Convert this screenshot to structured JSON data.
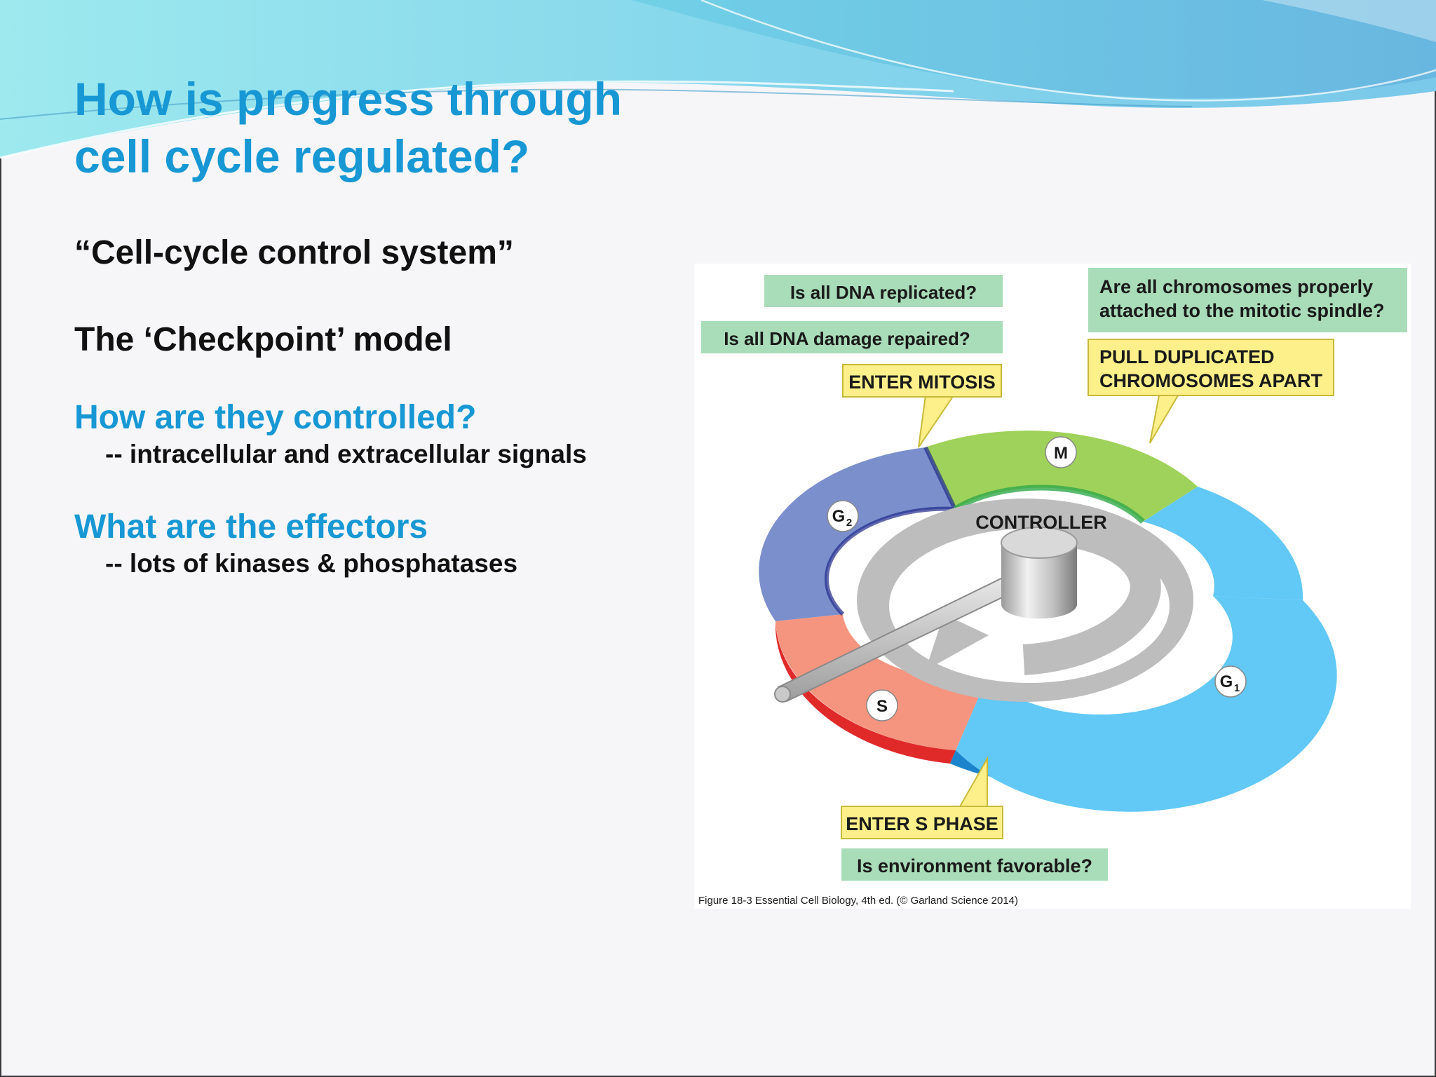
{
  "slide": {
    "title_line1": "How is progress through",
    "title_line2": "cell cycle regulated?",
    "point1": "“Cell-cycle control system”",
    "point2": "The ‘Checkpoint’ model",
    "question1": "How are they controlled?",
    "answer1": "-- intracellular and extracellular signals",
    "question2": "What are the effectors",
    "answer2": "-- lots of kinases & phosphatases"
  },
  "figure": {
    "q_dna_replicated": "Is all DNA replicated?",
    "q_dna_damage": "Is all DNA damage repaired?",
    "q_chromosomes_line1": "Are all chromosomes properly",
    "q_chromosomes_line2": "attached to the mitotic spindle?",
    "enter_mitosis": "ENTER MITOSIS",
    "pull_line1": "PULL DUPLICATED",
    "pull_line2": "CHROMOSOMES APART",
    "phase_m": "M",
    "phase_g2": "G",
    "phase_g2_sub": "2",
    "phase_g1": "G",
    "phase_g1_sub": "1",
    "phase_s": "S",
    "controller": "CONTROLLER",
    "enter_s_phase": "ENTER S PHASE",
    "q_environment": "Is environment favorable?",
    "caption": "Figure 18-3  Essential Cell Biology, 4th ed. (© Garland Science 2014)"
  },
  "colors": {
    "title_blue": "#1798d4",
    "question_green": "#a9dcb8",
    "action_yellow": "#fdf08a",
    "phase_m_green": "#9fd25a",
    "phase_g1_blue": "#62c8f5",
    "phase_g2_purple": "#7b8fcc",
    "phase_s_salmon": "#f6957f"
  }
}
